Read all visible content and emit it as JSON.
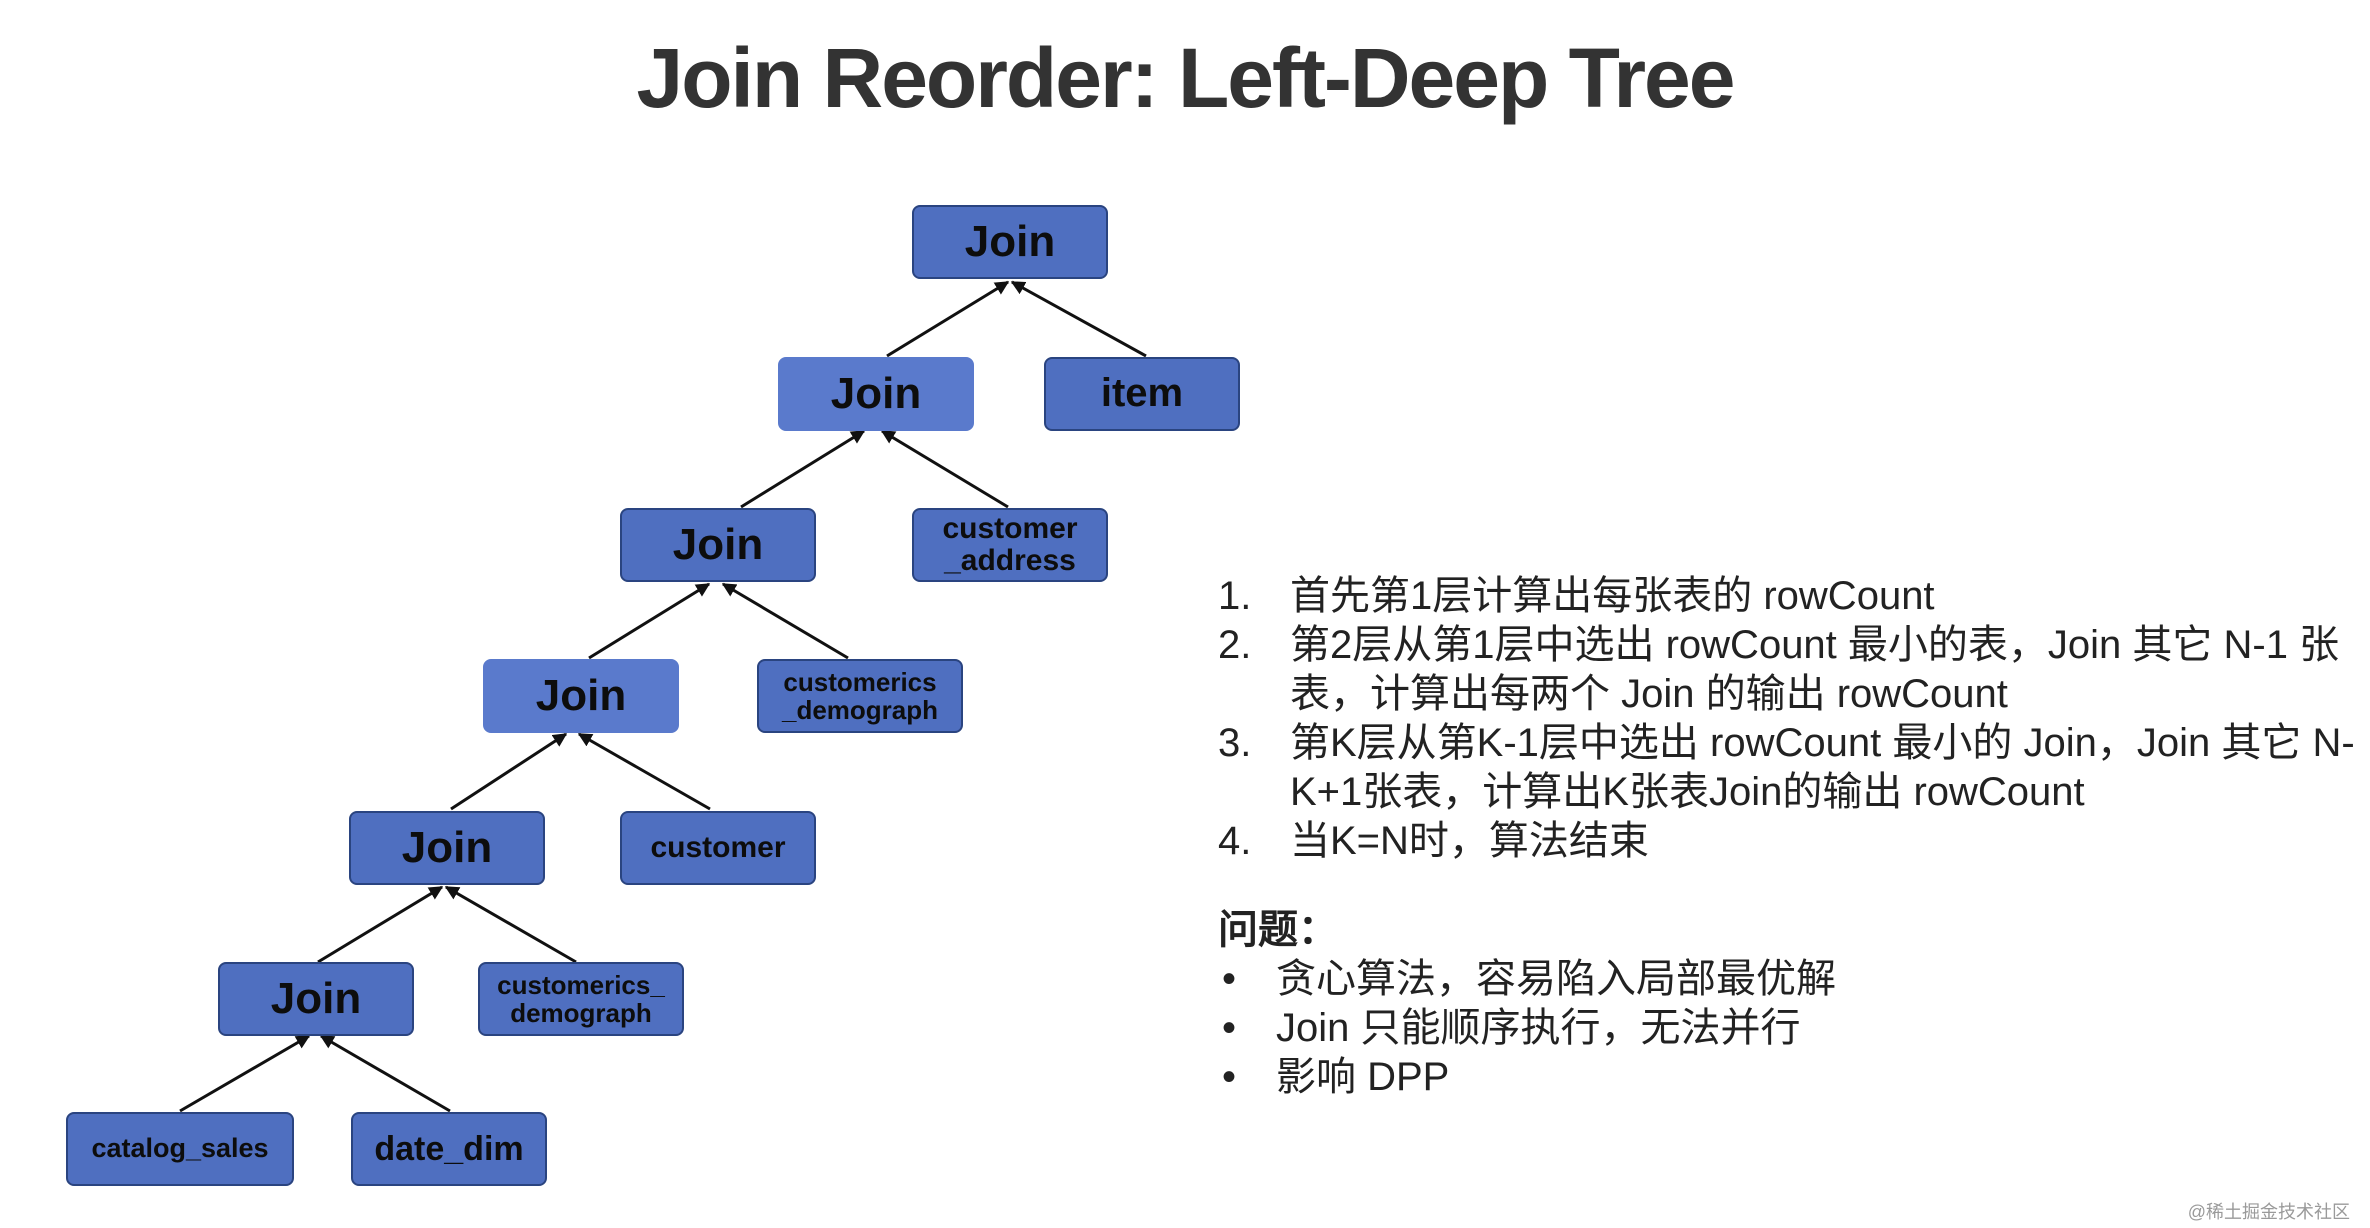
{
  "title": "Join Reorder: Left-Deep Tree",
  "tree": {
    "join_label": "Join",
    "leaves": {
      "item": "item",
      "customer_address": "customer\n_address",
      "customerics_demograph_1": "customerics\n_demograph",
      "customer": "customer",
      "customerics_demograph_2": "customerics_\ndemograph",
      "catalog_sales": "catalog_sales",
      "date_dim": "date_dim"
    }
  },
  "steps": [
    {
      "num": "1.",
      "text": "首先第1层计算出每张表的 rowCount"
    },
    {
      "num": "2.",
      "text": "第2层从第1层中选出 rowCount 最小的表，Join 其它 N-1 张表，计算出每两个 Join 的输出 rowCount"
    },
    {
      "num": "3.",
      "text": "第K层从第K-1层中选出 rowCount 最小的 Join，Join 其它 N-K+1张表，计算出K张表Join的输出 rowCount"
    },
    {
      "num": "4.",
      "text": "当K=N时，算法结束"
    }
  ],
  "problems": {
    "title": "问题：",
    "bullet_symbol": "•",
    "items": [
      "贪心算法，容易陷入局部最优解",
      "Join 只能顺序执行，无法并行",
      "影响 DPP"
    ]
  },
  "watermark": "@稀土掘金技术社区"
}
